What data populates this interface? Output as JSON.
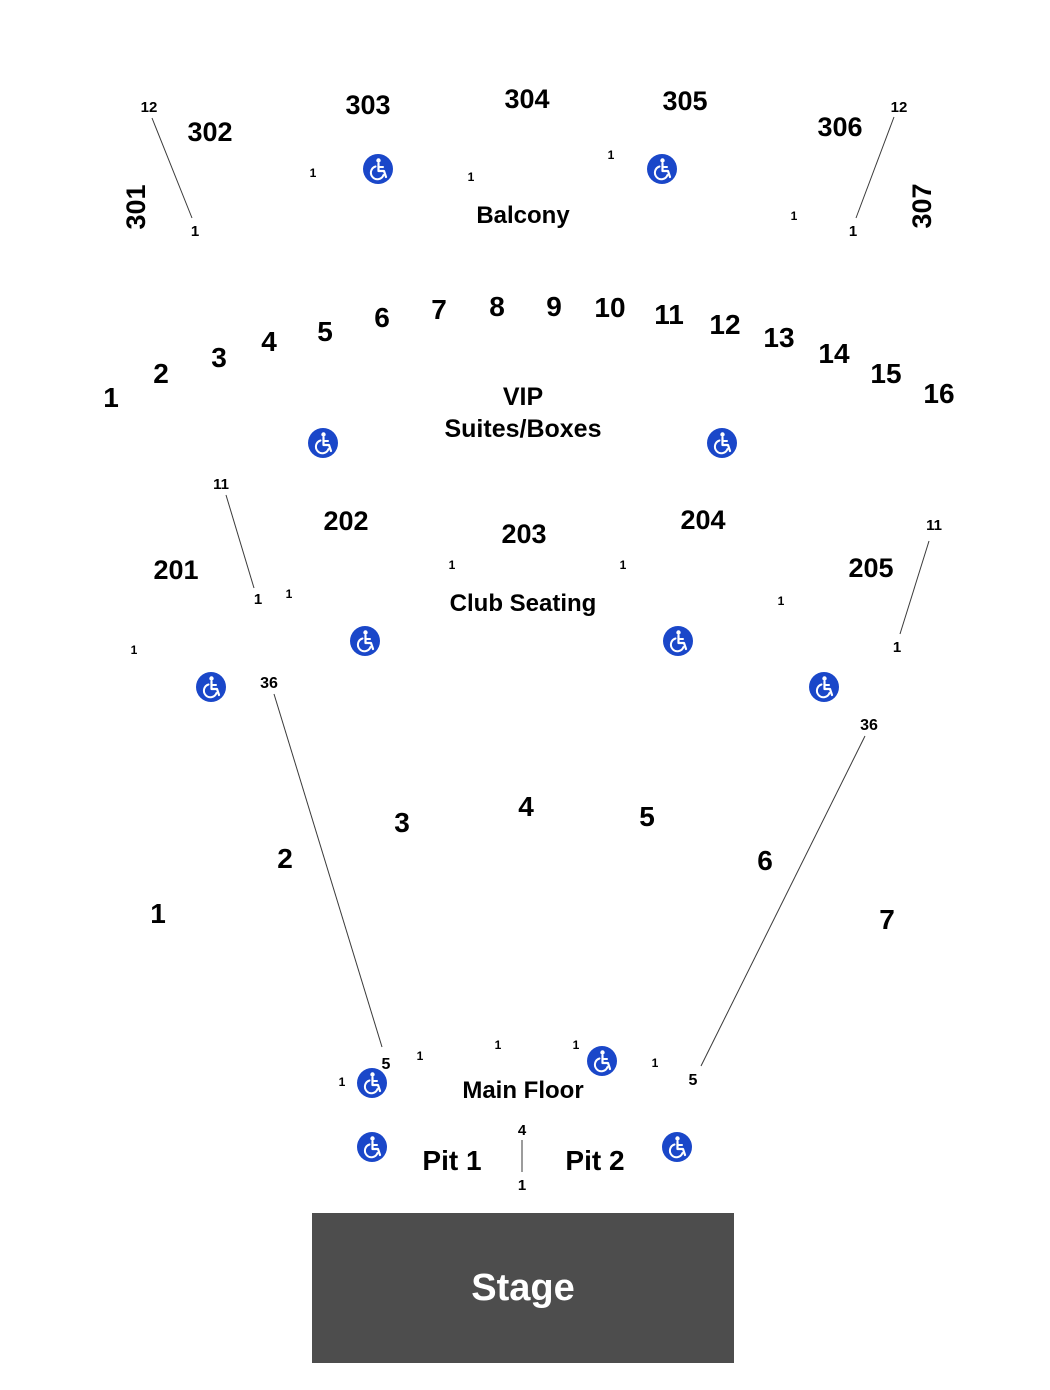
{
  "colors": {
    "accessible": "#1a47c9",
    "stage": "#4d4d4d",
    "stage_text": "#ffffff",
    "text": "#000000"
  },
  "icons": {
    "accessible": "wheelchair-icon"
  },
  "stage": {
    "label": "Stage"
  },
  "levels": {
    "balcony": {
      "label": "Balcony",
      "sections": [
        "301",
        "302",
        "303",
        "304",
        "305",
        "306",
        "307"
      ],
      "rows": [
        "12",
        "1",
        "1",
        "1",
        "1",
        "1",
        "12",
        "1"
      ]
    },
    "vip": {
      "label_line1": "VIP",
      "label_line2": "Suites/Boxes",
      "sections": [
        "1",
        "2",
        "3",
        "4",
        "5",
        "6",
        "7",
        "8",
        "9",
        "10",
        "11",
        "12",
        "13",
        "14",
        "15",
        "16"
      ]
    },
    "club": {
      "label": "Club Seating",
      "sections": [
        "201",
        "202",
        "203",
        "204",
        "205"
      ],
      "rows": [
        "11",
        "1",
        "1",
        "1",
        "1",
        "1",
        "1",
        "11",
        "1"
      ]
    },
    "main": {
      "label": "Main Floor",
      "sections": [
        "1",
        "2",
        "3",
        "4",
        "5",
        "6",
        "7"
      ],
      "rows": [
        "36",
        "5",
        "36",
        "5",
        "1",
        "1",
        "1",
        "1",
        "1"
      ]
    },
    "pit": {
      "sections": [
        "Pit 1",
        "Pit 2"
      ],
      "rows": [
        "4",
        "1"
      ]
    }
  }
}
